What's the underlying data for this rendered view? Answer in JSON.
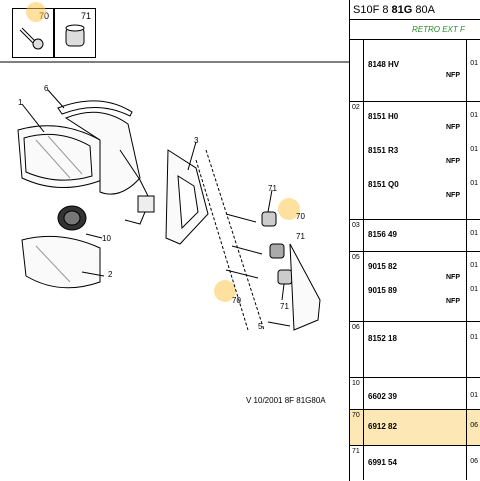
{
  "diagram": {
    "thumbs": [
      {
        "label": "70"
      },
      {
        "label": "71"
      }
    ],
    "callouts": [
      {
        "label": "1"
      },
      {
        "label": "6"
      },
      {
        "label": "3"
      },
      {
        "label": "71"
      },
      {
        "label": "70"
      },
      {
        "label": "71"
      },
      {
        "label": "10"
      },
      {
        "label": "2"
      },
      {
        "label": "70"
      },
      {
        "label": "71"
      },
      {
        "label": "5"
      }
    ],
    "reference": "V     10/2001     8F 81G80A"
  },
  "panel": {
    "header_prefix": "S10F 8 ",
    "header_bold": "81G",
    "header_suffix": " 80A",
    "subheader": "RETRO EXT F",
    "groups": [
      {
        "code": "",
        "parts": [
          {
            "ref": "8148 HV",
            "nfp": "NFP",
            "qty": "01"
          }
        ]
      },
      {
        "code": "02",
        "parts": [
          {
            "ref": "8151 H0",
            "nfp": "NFP",
            "qty": "01"
          },
          {
            "ref": "8151 R3",
            "nfp": "NFP",
            "qty": "01"
          },
          {
            "ref": "8151 Q0",
            "nfp": "NFP",
            "qty": "01"
          }
        ]
      },
      {
        "code": "03",
        "parts": [
          {
            "ref": "8156 49",
            "nfp": "",
            "qty": "01"
          }
        ]
      },
      {
        "code": "05",
        "parts": [
          {
            "ref": "9015 82",
            "nfp": "NFP",
            "qty": "01"
          },
          {
            "ref": "9015 89",
            "nfp": "NFP",
            "qty": "01"
          }
        ]
      },
      {
        "code": "06",
        "parts": [
          {
            "ref": "8152 18",
            "nfp": "",
            "qty": "01"
          }
        ]
      },
      {
        "code": "10",
        "parts": [
          {
            "ref": "6602 39",
            "nfp": "",
            "qty": "01"
          }
        ]
      },
      {
        "code": "70",
        "parts": [
          {
            "ref": "6912 82",
            "nfp": "",
            "qty": "06"
          }
        ]
      },
      {
        "code": "71",
        "parts": [
          {
            "ref": "6991 54",
            "nfp": "",
            "qty": "06"
          }
        ]
      }
    ]
  },
  "colors": {
    "highlight_row": "#fde7b4",
    "highlight_dot": "#ffc850",
    "subheader_text": "#2a8a2a"
  }
}
